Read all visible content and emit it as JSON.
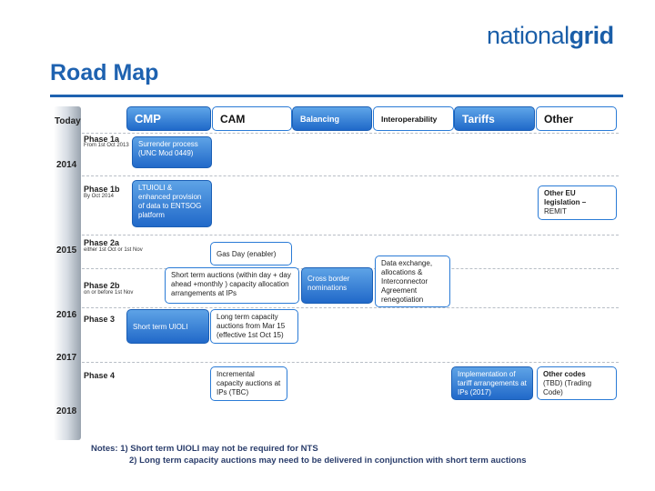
{
  "logo": {
    "light": "national",
    "bold": "grid"
  },
  "title": "Road Map",
  "timeline": {
    "today": "Today",
    "years": [
      "2014",
      "2015",
      "2016",
      "2017",
      "2018"
    ]
  },
  "phases": [
    {
      "name": "Phase 1a",
      "sub": "From 1st Oct 2013"
    },
    {
      "name": "Phase 1b",
      "sub": "By Oct 2014"
    },
    {
      "name": "Phase 2a",
      "sub": "either 1st Oct or 1st Nov"
    },
    {
      "name": "Phase 2b",
      "sub": "on or before 1st Nov"
    },
    {
      "name": "Phase 3",
      "sub": ""
    },
    {
      "name": "Phase 4",
      "sub": ""
    }
  ],
  "headers": {
    "cmp": "CMP",
    "cam": "CAM",
    "balancing": "Balancing",
    "interoperability": "Interoperability",
    "tariffs": "Tariffs",
    "other": "Other"
  },
  "boxes": {
    "surrender": "Surrender process (UNC Mod 0449)",
    "ltuioli": "LTUIOLI & enhanced provision of data to ENTSOG platform",
    "other_eu_bold": "Other EU legislation –",
    "other_eu_rest": "REMIT",
    "gas_day": "Gas Day (enabler)",
    "data_exchange": "Data exchange, allocations & Interconnector Agreement renegotiation",
    "short_term_auctions": "Short term auctions (within day + day ahead +monthly ) capacity allocation arrangements at IPs",
    "cross_border": "Cross border nominations",
    "short_term_uioli": "Short term UIOLI",
    "long_term_capacity": "Long term capacity auctions from Mar 15 (effective 1st Oct 15)",
    "incremental": "Incremental capacity auctions at IPs (TBC)",
    "implementation": "Implementation of tariff arrangements at IPs (2017)",
    "other_codes_bold": "Other codes",
    "other_codes_rest": "(TBD) (Trading Code)"
  },
  "notes": {
    "line1": "Notes: 1) Short term UIOLI may not be required for NTS",
    "line2": "2) Long term capacity auctions may need to be delivered in conjunction with short term auctions"
  },
  "colors": {
    "accent": "#1e62b0",
    "box_blue": "#2169c9",
    "border_blue": "#2a7bd6"
  }
}
